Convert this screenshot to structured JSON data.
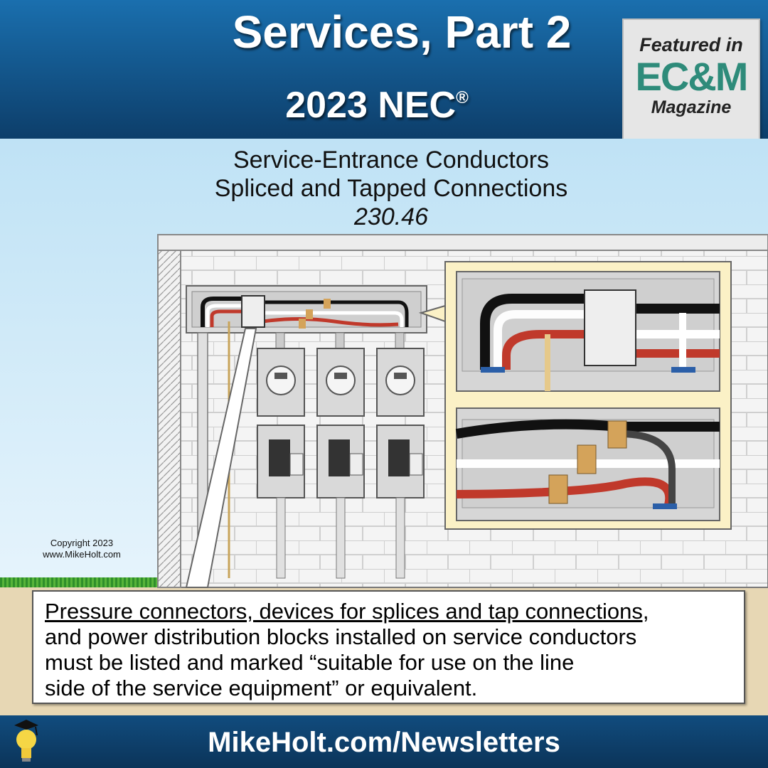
{
  "header": {
    "title": "Services, Part 2",
    "subtitle": "2023 NEC",
    "subtitle_mark": "®"
  },
  "badge": {
    "line1": "Featured in",
    "brand": "EC&M",
    "line3": "Magazine"
  },
  "diagram": {
    "heading_line1": "Service-Entrance Conductors",
    "heading_line2": "Spliced and Tapped Connections",
    "section_ref": "230.46",
    "copyright_line1": "Copyright 2023",
    "copyright_line2": "www.MikeHolt.com",
    "meter_count": 3
  },
  "callout": {
    "underlined": "Pressure connectors, devices for splices and tap connections,",
    "line2": "and power distribution blocks installed on service conductors",
    "line3": "must be listed and marked “suitable for use on the line",
    "line4": "side of the service equipment” or equivalent."
  },
  "footer": {
    "url": "MikeHolt.com/Newsletters"
  },
  "colors": {
    "header_blue": "#0d3e6a",
    "brand_teal": "#2e8b7a",
    "conductor_red": "#c0392b"
  }
}
